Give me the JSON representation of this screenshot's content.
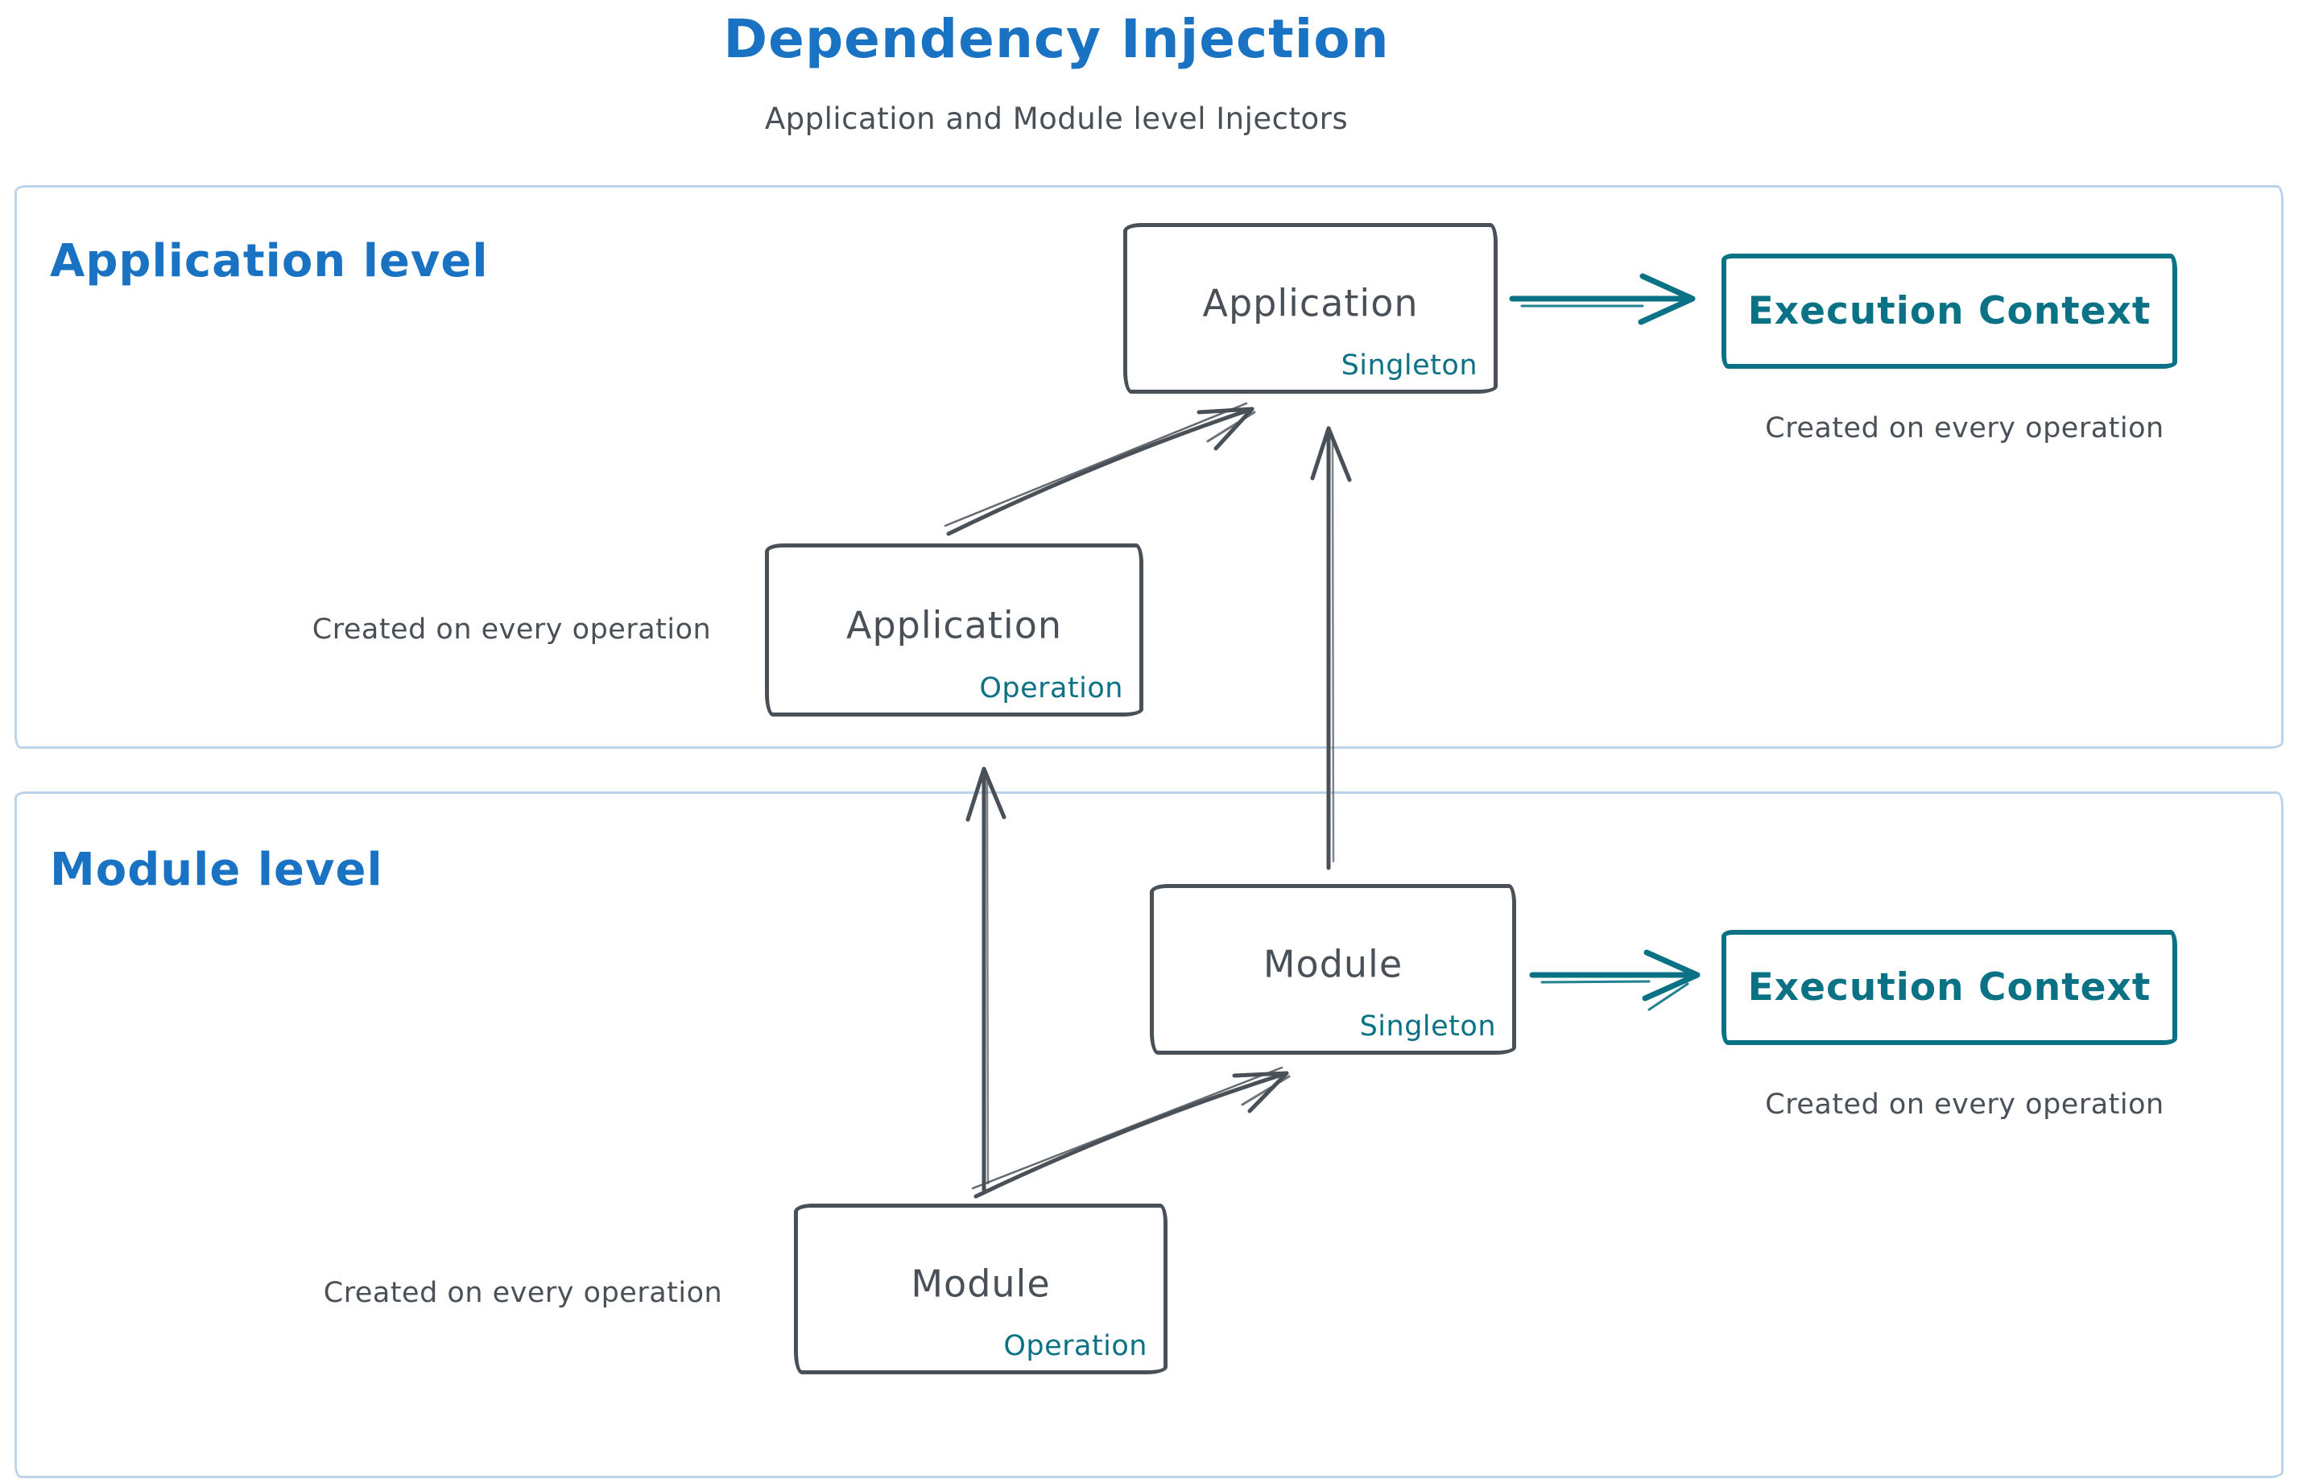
{
  "title": "Dependency Injection",
  "subtitle": "Application and Module level Injectors",
  "colors": {
    "accent_blue": "#1a72c2",
    "ink_dark": "#495057",
    "teal": "#0b7285",
    "section_frame": "#bdd3ea"
  },
  "sections": {
    "application": {
      "label": "Application level"
    },
    "module": {
      "label": "Module level"
    }
  },
  "nodes": {
    "app_singleton": {
      "name": "Application",
      "scope": "Singleton"
    },
    "app_operation": {
      "name": "Application",
      "scope": "Operation"
    },
    "module_singleton": {
      "name": "Module",
      "scope": "Singleton"
    },
    "module_operation": {
      "name": "Module",
      "scope": "Operation"
    },
    "app_execution_context": {
      "label": "Execution Context"
    },
    "module_execution_context": {
      "label": "Execution Context"
    }
  },
  "notes": {
    "app_execution_context": "Created on every operation",
    "app_operation": "Created on every operation",
    "module_execution_context": "Created on every operation",
    "module_operation": "Created on every operation"
  }
}
